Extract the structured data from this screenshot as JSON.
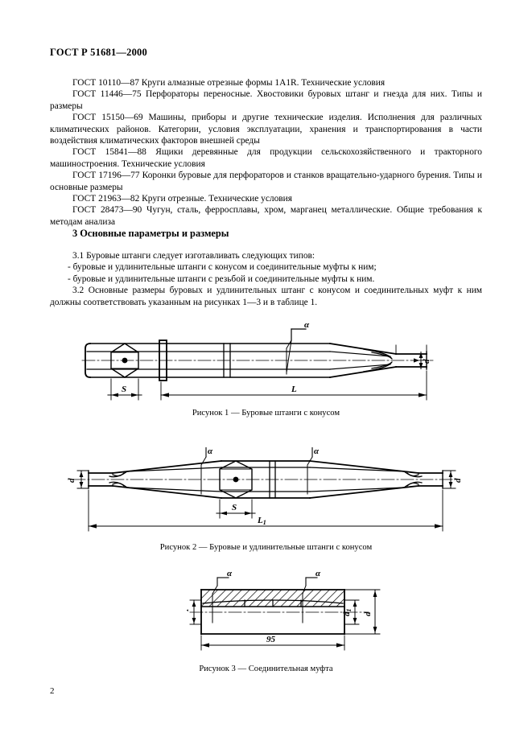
{
  "header": {
    "standard_id": "ГОСТ Р 51681—2000"
  },
  "references": {
    "items": [
      "ГОСТ 10110—87 Круги алмазные отрезные формы 1А1R. Технические условия",
      "ГОСТ 11446—75 Перфораторы переносные. Хвостовики буровых штанг и гнезда для них. Типы и размеры",
      "ГОСТ 15150—69 Машины, приборы и другие технические изделия. Исполнения для различных климатических районов. Категории, условия эксплуатации, хранения и транспортирования в части воздействия климатических факторов внешней среды",
      "ГОСТ 15841—88 Ящики деревянные для продукции сельскохозяйственного и тракторного машиностроения. Технические условия",
      "ГОСТ 17196—77 Коронки буровые для перфораторов и станков вращательно-ударного бурения. Типы и основные размеры",
      "ГОСТ 21963—82 Круги отрезные. Технические условия",
      "ГОСТ 28473—90 Чугун, сталь, ферросплавы, хром, марганец металлические. Общие требования к методам анализа"
    ]
  },
  "section": {
    "number_and_title": "3 Основные параметры и размеры",
    "paragraphs": [
      "3.1 Буровые штанги следует изготавливать следующих типов:",
      "- буровые и удлинительные штанги с конусом и соединительные муфты к ним;",
      "- буровые и удлинительные штанги с резьбой и соединительные муфты к ним.",
      "3.2 Основные размеры буровых и удлинительных штанг с конусом и соединительных муфт к ним должны соответствовать указанным на рисунках 1—3 и в таблице 1."
    ]
  },
  "figures": [
    {
      "id": "figure-1",
      "caption": "Рисунок 1 — Буровые штанги с конусом",
      "labels": {
        "alpha": "α",
        "s": "S",
        "l": "L",
        "d": "d"
      }
    },
    {
      "id": "figure-2",
      "caption": "Рисунок 2 — Буровые и удлинительные штанги с конусом",
      "labels": {
        "alpha_left": "α",
        "alpha_right": "α",
        "s": "S",
        "l1": "L",
        "l1_sub": "1",
        "d_left": "d",
        "d_right": "d"
      }
    },
    {
      "id": "figure-3",
      "caption": "Рисунок 3 — Соединительная муфта",
      "labels": {
        "alpha_left": "α",
        "alpha_right": "α",
        "d1_left": "d",
        "d1_left_sub": "1",
        "d1_right": "d",
        "d1_right_sub": "1",
        "d_right": "d",
        "length": "95"
      }
    }
  ],
  "footer": {
    "page_number": "2"
  }
}
